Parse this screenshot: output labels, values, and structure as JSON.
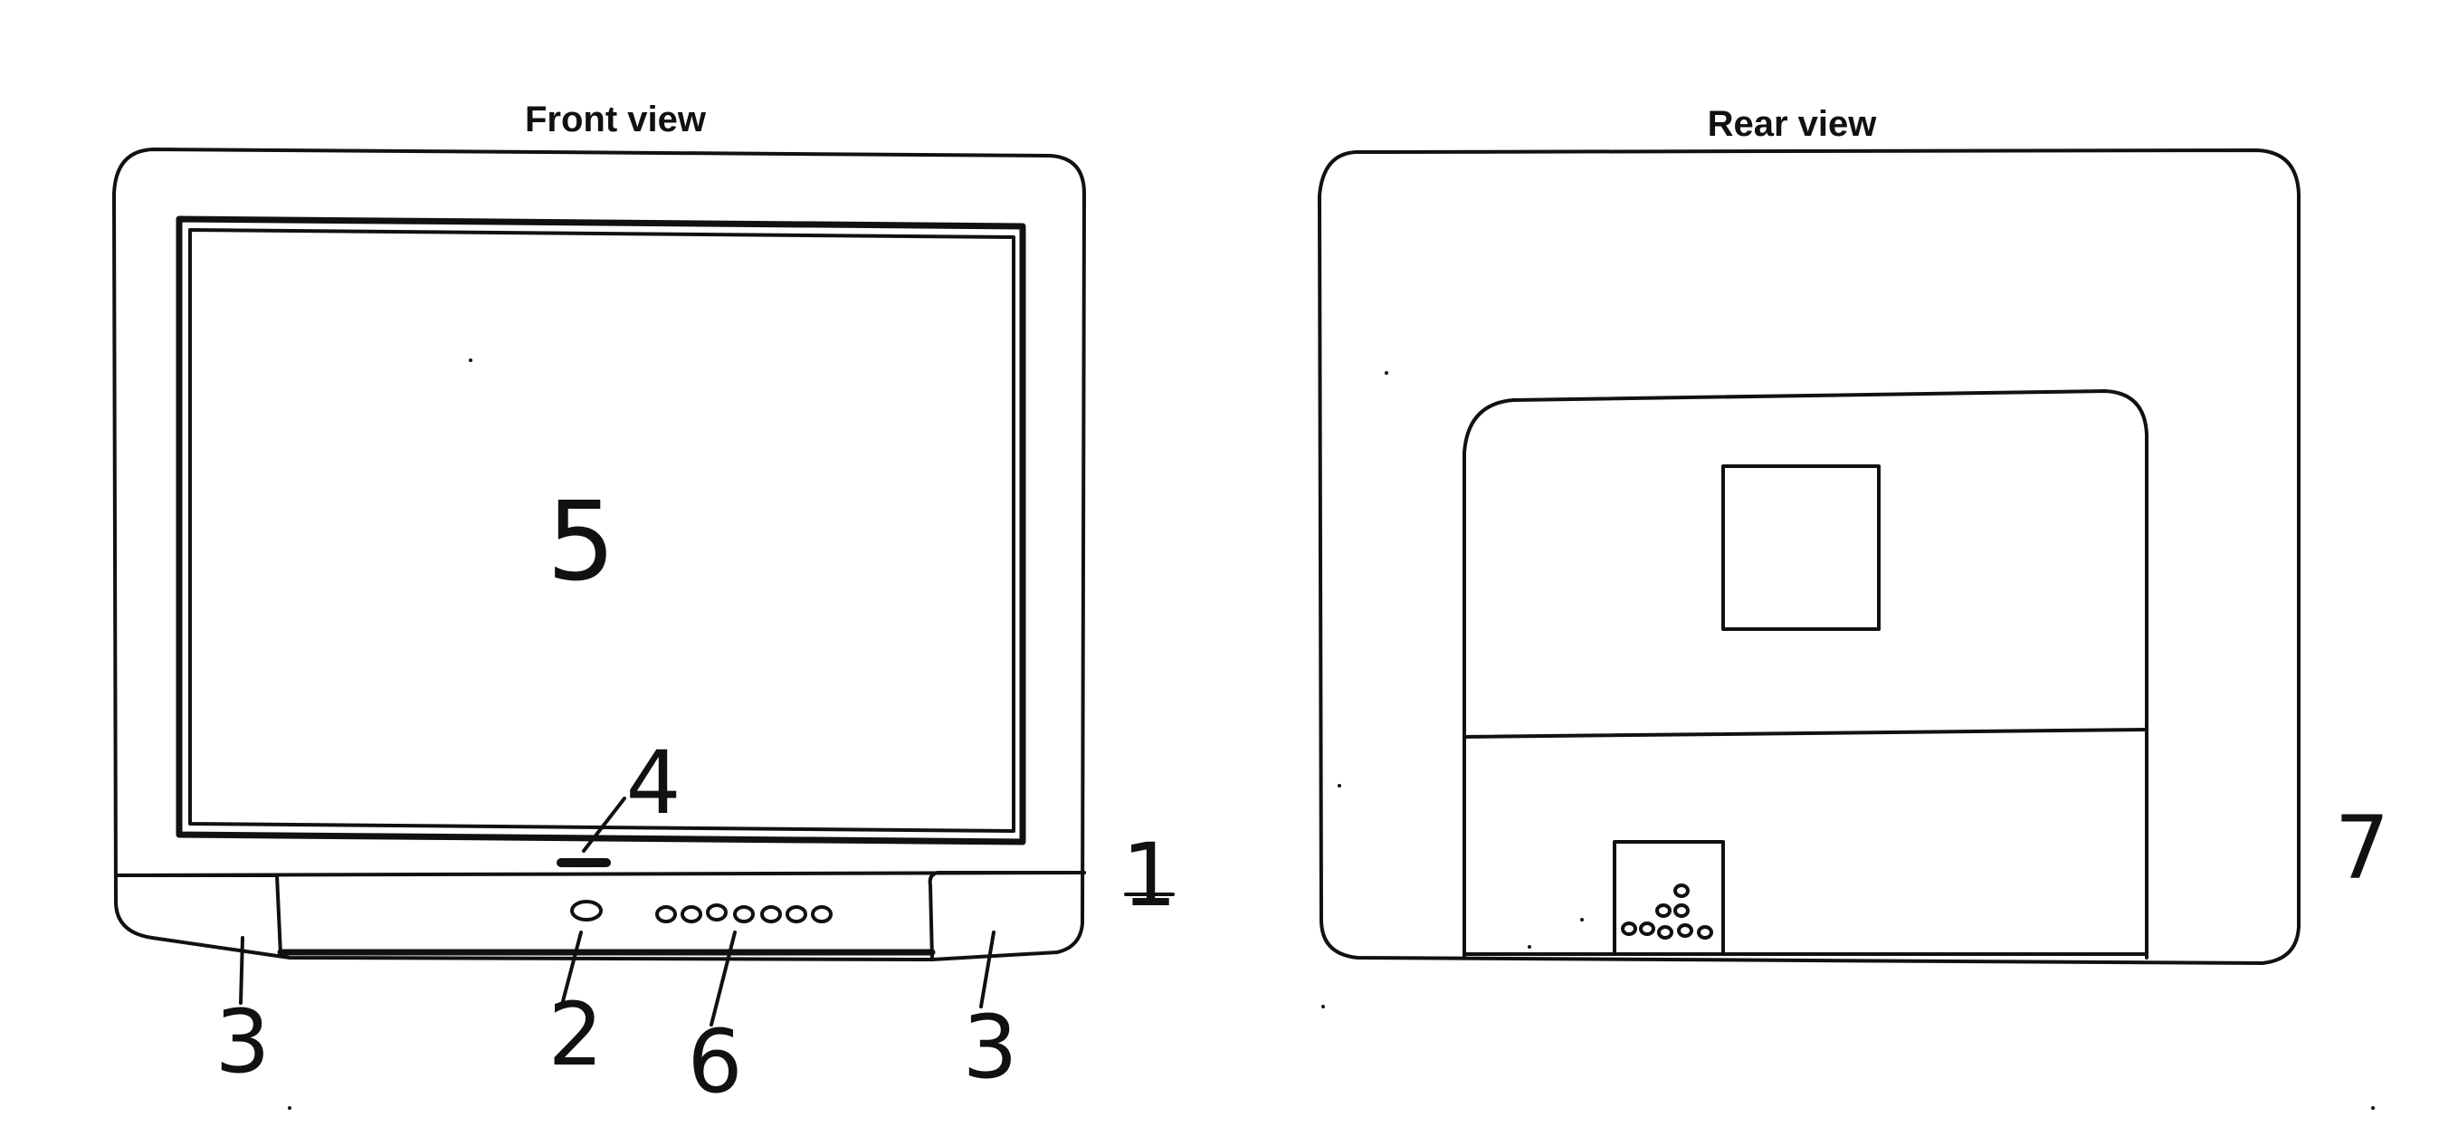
{
  "diagram": {
    "front_view": {
      "title": "Front view",
      "labels": {
        "housing": "1",
        "power_button": "2",
        "speaker_left": "3",
        "speaker_right": "3",
        "indicator": "4",
        "screen": "5",
        "control_buttons": "6"
      }
    },
    "rear_view": {
      "title": "Rear view",
      "labels": {
        "rear_cover": "7"
      }
    },
    "colors": {
      "ink": "#111111",
      "paper": "#ffffff"
    }
  }
}
